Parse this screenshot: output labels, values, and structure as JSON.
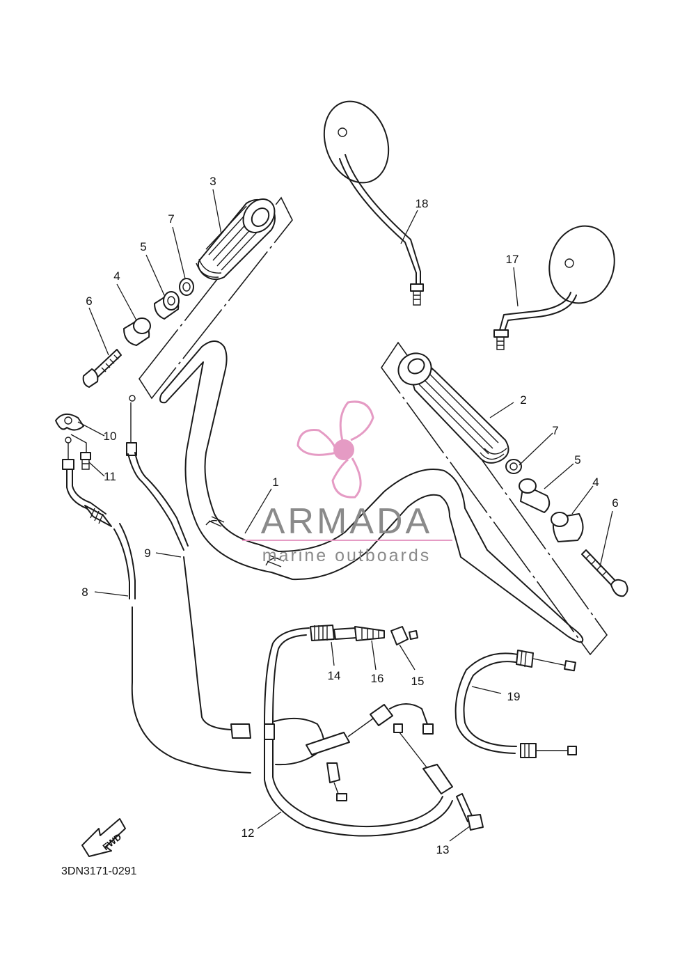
{
  "diagram": {
    "document_code": "3DN3171-0291",
    "direction_label": "FWD",
    "watermark": {
      "brand": "ARMADA",
      "tagline": "marine outboards",
      "accent_color": "#e59bc4",
      "text_color": "#8a8a8a"
    },
    "callouts": [
      {
        "id": "1",
        "label": "1"
      },
      {
        "id": "2",
        "label": "2"
      },
      {
        "id": "3",
        "label": "3"
      },
      {
        "id": "4",
        "label": "4"
      },
      {
        "id": "4b",
        "label": "4"
      },
      {
        "id": "5",
        "label": "5"
      },
      {
        "id": "5b",
        "label": "5"
      },
      {
        "id": "6",
        "label": "6"
      },
      {
        "id": "6b",
        "label": "6"
      },
      {
        "id": "7",
        "label": "7"
      },
      {
        "id": "7b",
        "label": "7"
      },
      {
        "id": "8",
        "label": "8"
      },
      {
        "id": "9",
        "label": "9"
      },
      {
        "id": "10",
        "label": "10"
      },
      {
        "id": "11",
        "label": "11"
      },
      {
        "id": "12",
        "label": "12"
      },
      {
        "id": "13",
        "label": "13"
      },
      {
        "id": "14",
        "label": "14"
      },
      {
        "id": "15",
        "label": "15"
      },
      {
        "id": "16",
        "label": "16"
      },
      {
        "id": "17",
        "label": "17"
      },
      {
        "id": "18",
        "label": "18"
      },
      {
        "id": "19",
        "label": "19"
      }
    ]
  }
}
